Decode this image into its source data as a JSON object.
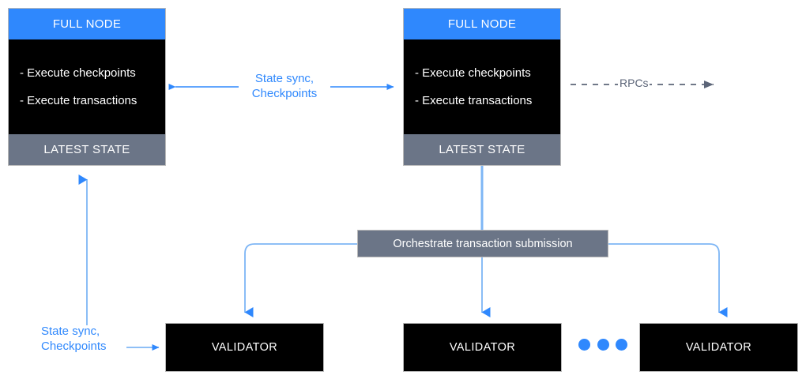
{
  "colors": {
    "accent_blue": "#2f88fd",
    "connector_blue": "#7eb6f5",
    "gray_bar": "#6b7587",
    "gray_dashed": "#5c6578",
    "node_black": "#000000",
    "box_border": "#b9b9b9",
    "canvas": "#ffffff"
  },
  "nodes": {
    "full_node_left": {
      "header": "FULL NODE",
      "bullets": [
        "- Execute checkpoints",
        "- Execute transactions"
      ],
      "footer": "LATEST STATE"
    },
    "full_node_right": {
      "header": "FULL NODE",
      "bullets": [
        "- Execute checkpoints",
        "- Execute transactions"
      ],
      "footer": "LATEST STATE"
    },
    "orchestrator": {
      "label": "Orchestrate transaction submission"
    },
    "validators": [
      {
        "label": "VALIDATOR"
      },
      {
        "label": "VALIDATOR"
      },
      {
        "label": "VALIDATOR"
      }
    ]
  },
  "edges": {
    "state_sync_top": "State sync,\nCheckpoints",
    "state_sync_bottom": "State sync,\nCheckpoints",
    "rpcs": "RPCs"
  },
  "ellipsis": {
    "dot_count": 3
  }
}
